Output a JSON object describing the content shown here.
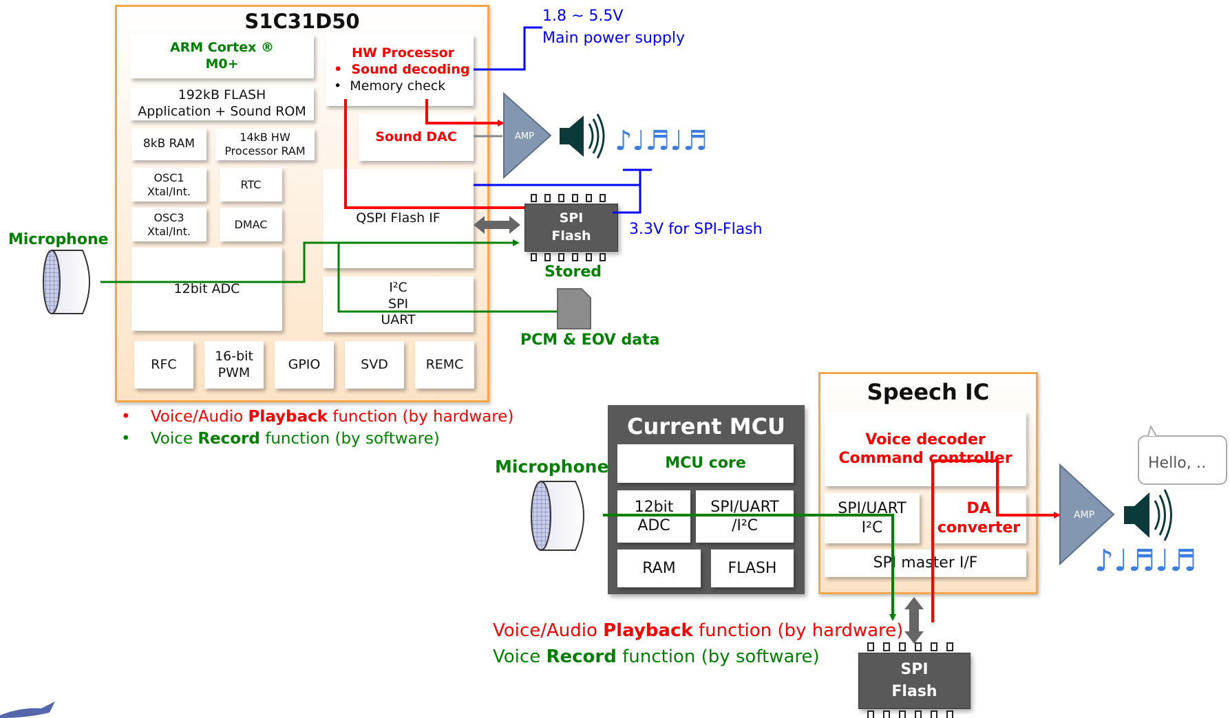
{
  "top": {
    "chip_title": "S1C31D50",
    "arm": {
      "line1": "ARM Cortex ®",
      "line2": "M0+"
    },
    "hw_processor": {
      "title": "HW Processor",
      "item1": "Sound decoding",
      "item2": "Memory check"
    },
    "flash192": {
      "line1": "192kB FLASH",
      "line2": "Application + Sound ROM"
    },
    "ram8": "8kB RAM",
    "ram14": {
      "line1": "14kB HW",
      "line2": "Processor RAM"
    },
    "osc1": {
      "line1": "OSC1",
      "line2": "Xtal/Int."
    },
    "rtc": "RTC",
    "osc3": {
      "line1": "OSC3",
      "line2": "Xtal/Int."
    },
    "dmac": "DMAC",
    "adc": "12bit ADC",
    "sound_dac": "Sound DAC",
    "qspi": "QSPI Flash IF",
    "i2c": {
      "line1": "I²C",
      "line2": "SPI",
      "line3": "UART"
    },
    "rfc": "RFC",
    "pwm": {
      "line1": "16-bit",
      "line2": "PWM"
    },
    "gpio": "GPIO",
    "svd": "SVD",
    "remc": "REMC",
    "power": {
      "line1": "1.8 ~ 5.5V",
      "line2": "Main power supply"
    },
    "spi_flash_power": "3.3V for SPI-Flash",
    "amp": "AMP",
    "spi_flash": {
      "line1": "SPI",
      "line2": "Flash"
    },
    "stored": "Stored",
    "microphone": "Microphone",
    "pcm": "PCM & EOV data",
    "bullets": [
      {
        "pre": "Voice/Audio ",
        "strong": "Playback",
        "post": " function (by hardware)"
      },
      {
        "pre": "Voice ",
        "strong": "Record",
        "post": " function (by software)"
      }
    ]
  },
  "bottom": {
    "mcu_title": "Current MCU",
    "mcu_core": "MCU core",
    "adc": {
      "line1": "12bit",
      "line2": "ADC"
    },
    "spi_uart": {
      "line1": "SPI/UART",
      "line2": "/I²C"
    },
    "ram": "RAM",
    "flash": "FLASH",
    "speech_title": "Speech IC",
    "voice_decoder": "Voice decoder",
    "command_controller": "Command controller",
    "spi_uart2": {
      "line1": "SPI/UART",
      "line2": "I²C"
    },
    "da": {
      "line1": "DA",
      "line2": "converter"
    },
    "spi_master": "SPI master I/F",
    "microphone": "Microphone",
    "amp": "AMP",
    "hello": "Hello, ‥",
    "spi_flash": {
      "line1": "SPI",
      "line2": "Flash"
    },
    "lines": [
      {
        "pre": "Voice/Audio ",
        "strong": "Playback",
        "post": " function (by hardware)"
      },
      {
        "pre": "Voice ",
        "strong": "Record",
        "post": " function (by software)"
      }
    ]
  },
  "colors": {
    "playback": "#ff0000",
    "record": "#008000",
    "power": "#0000ff",
    "chip_border": "#f5a54a",
    "mcu": "#595959"
  },
  "icons": [
    "microphone-icon",
    "speaker-icon",
    "music-notes-icon",
    "sd-card-icon",
    "speech-bubble-icon",
    "logo-icon"
  ]
}
